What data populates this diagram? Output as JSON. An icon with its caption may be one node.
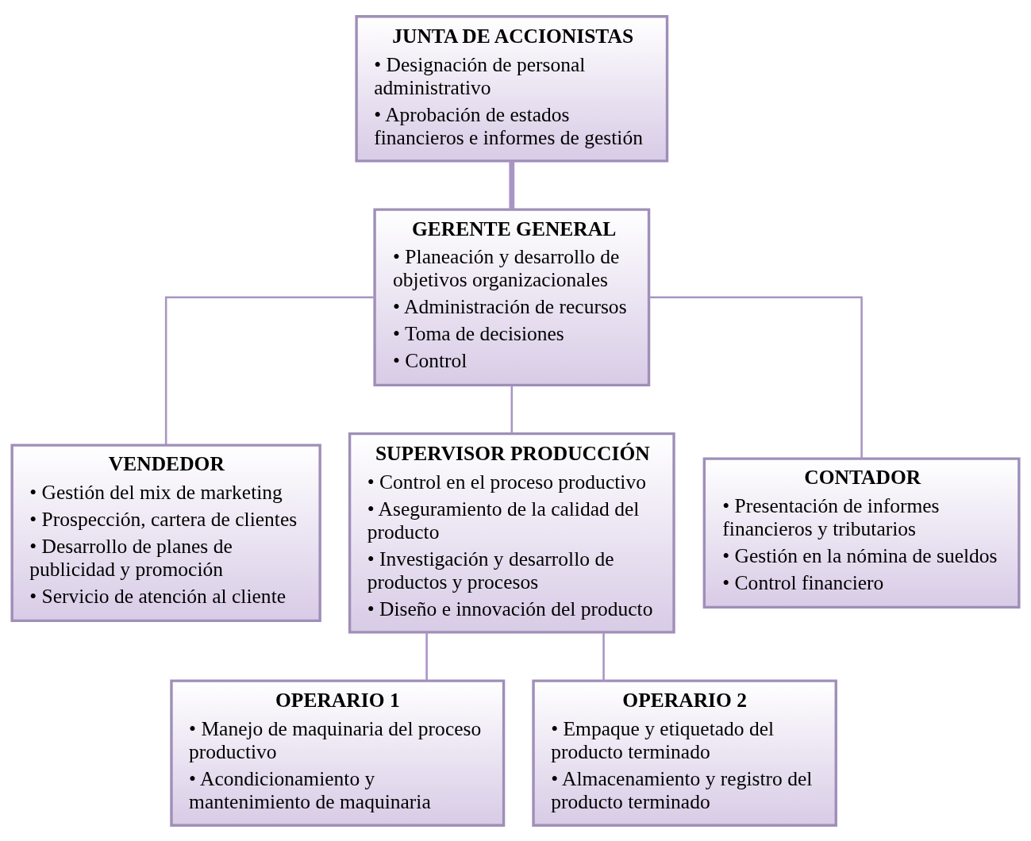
{
  "diagram": {
    "nodes": [
      {
        "text": [
          "JUNTA DE ACCIONISTAS",
          "• Designación de personal administrativo",
          "• Aprobación de estados financieros e informes de gestión"
        ]
      },
      {
        "text": [
          "GERENTE GENERAL",
          "• Planeación y desarrollo de objetivos organizacionales",
          "• Administración de recursos",
          "• Toma de decisiones",
          "• Control"
        ]
      },
      {
        "text": [
          "VENDEDOR",
          "• Gestión del mix de marketing",
          "• Prospección, cartera de clientes",
          "• Desarrollo de planes de publicidad y promoción",
          "• Servicio de atención al cliente"
        ]
      },
      {
        "text": [
          "SUPERVISOR PRODUCCIÓN",
          "• Control en el proceso productivo",
          "• Aseguramiento de la calidad del producto",
          "• Investigación y desarrollo de productos y procesos",
          "• Diseño e innovación del producto"
        ]
      },
      {
        "text": [
          "CONTADOR",
          "• Presentación de informes financieros y tributarios",
          "• Gestión en la nómina de sueldos",
          "• Control financiero"
        ]
      },
      {
        "text": [
          "OPERARIO 1",
          "• Manejo de maquinaria del proceso productivo",
          "• Acondicionamiento y mantenimiento de maquinaria"
        ]
      },
      {
        "text": [
          "OPERARIO 2",
          "• Empaque y etiquetado del producto terminado",
          "• Almacenamiento y registro del producto terminado"
        ]
      }
    ],
    "edges": [
      {
        "from": 0,
        "to": 1,
        "arrow": "none",
        "style": "thick"
      },
      {
        "from": 1,
        "to": 2,
        "arrow": "none"
      },
      {
        "from": 1,
        "to": 3,
        "arrow": "none"
      },
      {
        "from": 1,
        "to": 4,
        "arrow": "none"
      },
      {
        "from": 3,
        "to": 5,
        "arrow": "none"
      },
      {
        "from": 3,
        "to": 6,
        "arrow": "none"
      }
    ]
  }
}
